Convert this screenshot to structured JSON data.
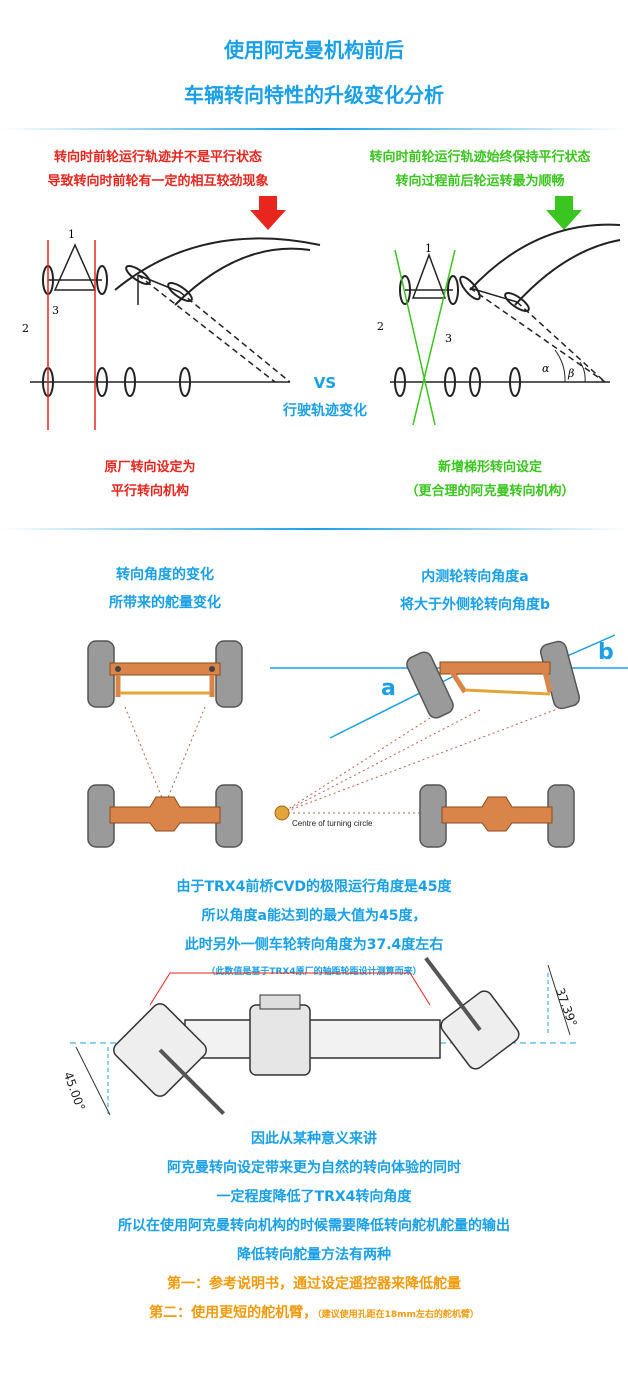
{
  "title": {
    "line1": "使用阿克曼机构前后",
    "line2": "车辆转向特性的升级变化分析"
  },
  "section1": {
    "left_top": [
      "转向时前轮运行轨迹并不是平行状态",
      "导致转向时前轮有一定的相互较劲现象"
    ],
    "right_top": [
      "转向时前轮运行轨迹始终保持平行状态",
      "转向过程前后轮运转最为顺畅"
    ],
    "vs_label": "VS",
    "vs_sub": "行驶轨迹变化",
    "left_bottom": [
      "原厂转向设定为",
      "平行转向机构"
    ],
    "right_bottom": [
      "新增梯形转向设定",
      "（更合理的阿克曼转向机构）"
    ],
    "diagram_nums": [
      "1",
      "2",
      "3",
      "1",
      "2",
      "3"
    ],
    "angle_labels": [
      "α",
      "β"
    ]
  },
  "section2": {
    "left_caption": [
      "转向角度的变化",
      "所带来的舵量变化"
    ],
    "right_caption": [
      "内测轮转向角度a",
      "将大于外侧轮转向角度b"
    ],
    "label_a": "a",
    "label_b": "b",
    "turning_circle": "Centre of turning circle"
  },
  "section3": {
    "lines": [
      "由于TRX4前桥CVD的极限运行角度是45度",
      "所以角度a能达到的最大值为45度，",
      "此时另外一侧车轮转向角度为37.4度左右"
    ],
    "note": "（此数值是基于TRX4原厂的轴距轮距设计测算而来）",
    "angle_left": "45.00°",
    "angle_right": "37.39°"
  },
  "section4": {
    "blue_lines": [
      "因此从某种意义来讲",
      "阿克曼转向设定带来更为自然的转向体验的同时",
      "一定程度降低了TRX4转向角度",
      "所以在使用阿克曼转向机构的时候需要降低转向舵机舵量的输出",
      "降低转向舵量方法有两种"
    ],
    "method1": "第一：参考说明书，通过设定遥控器来降低舵量",
    "method2_main": "第二：使用更短的舵机臂，",
    "method2_note": "（建议使用孔距在18mm左右的舵机臂）"
  },
  "colors": {
    "blue": "#1aa0e8",
    "red": "#e8261e",
    "green": "#3ac61e",
    "orange": "#f29a0c",
    "axle": "#d9854a"
  }
}
